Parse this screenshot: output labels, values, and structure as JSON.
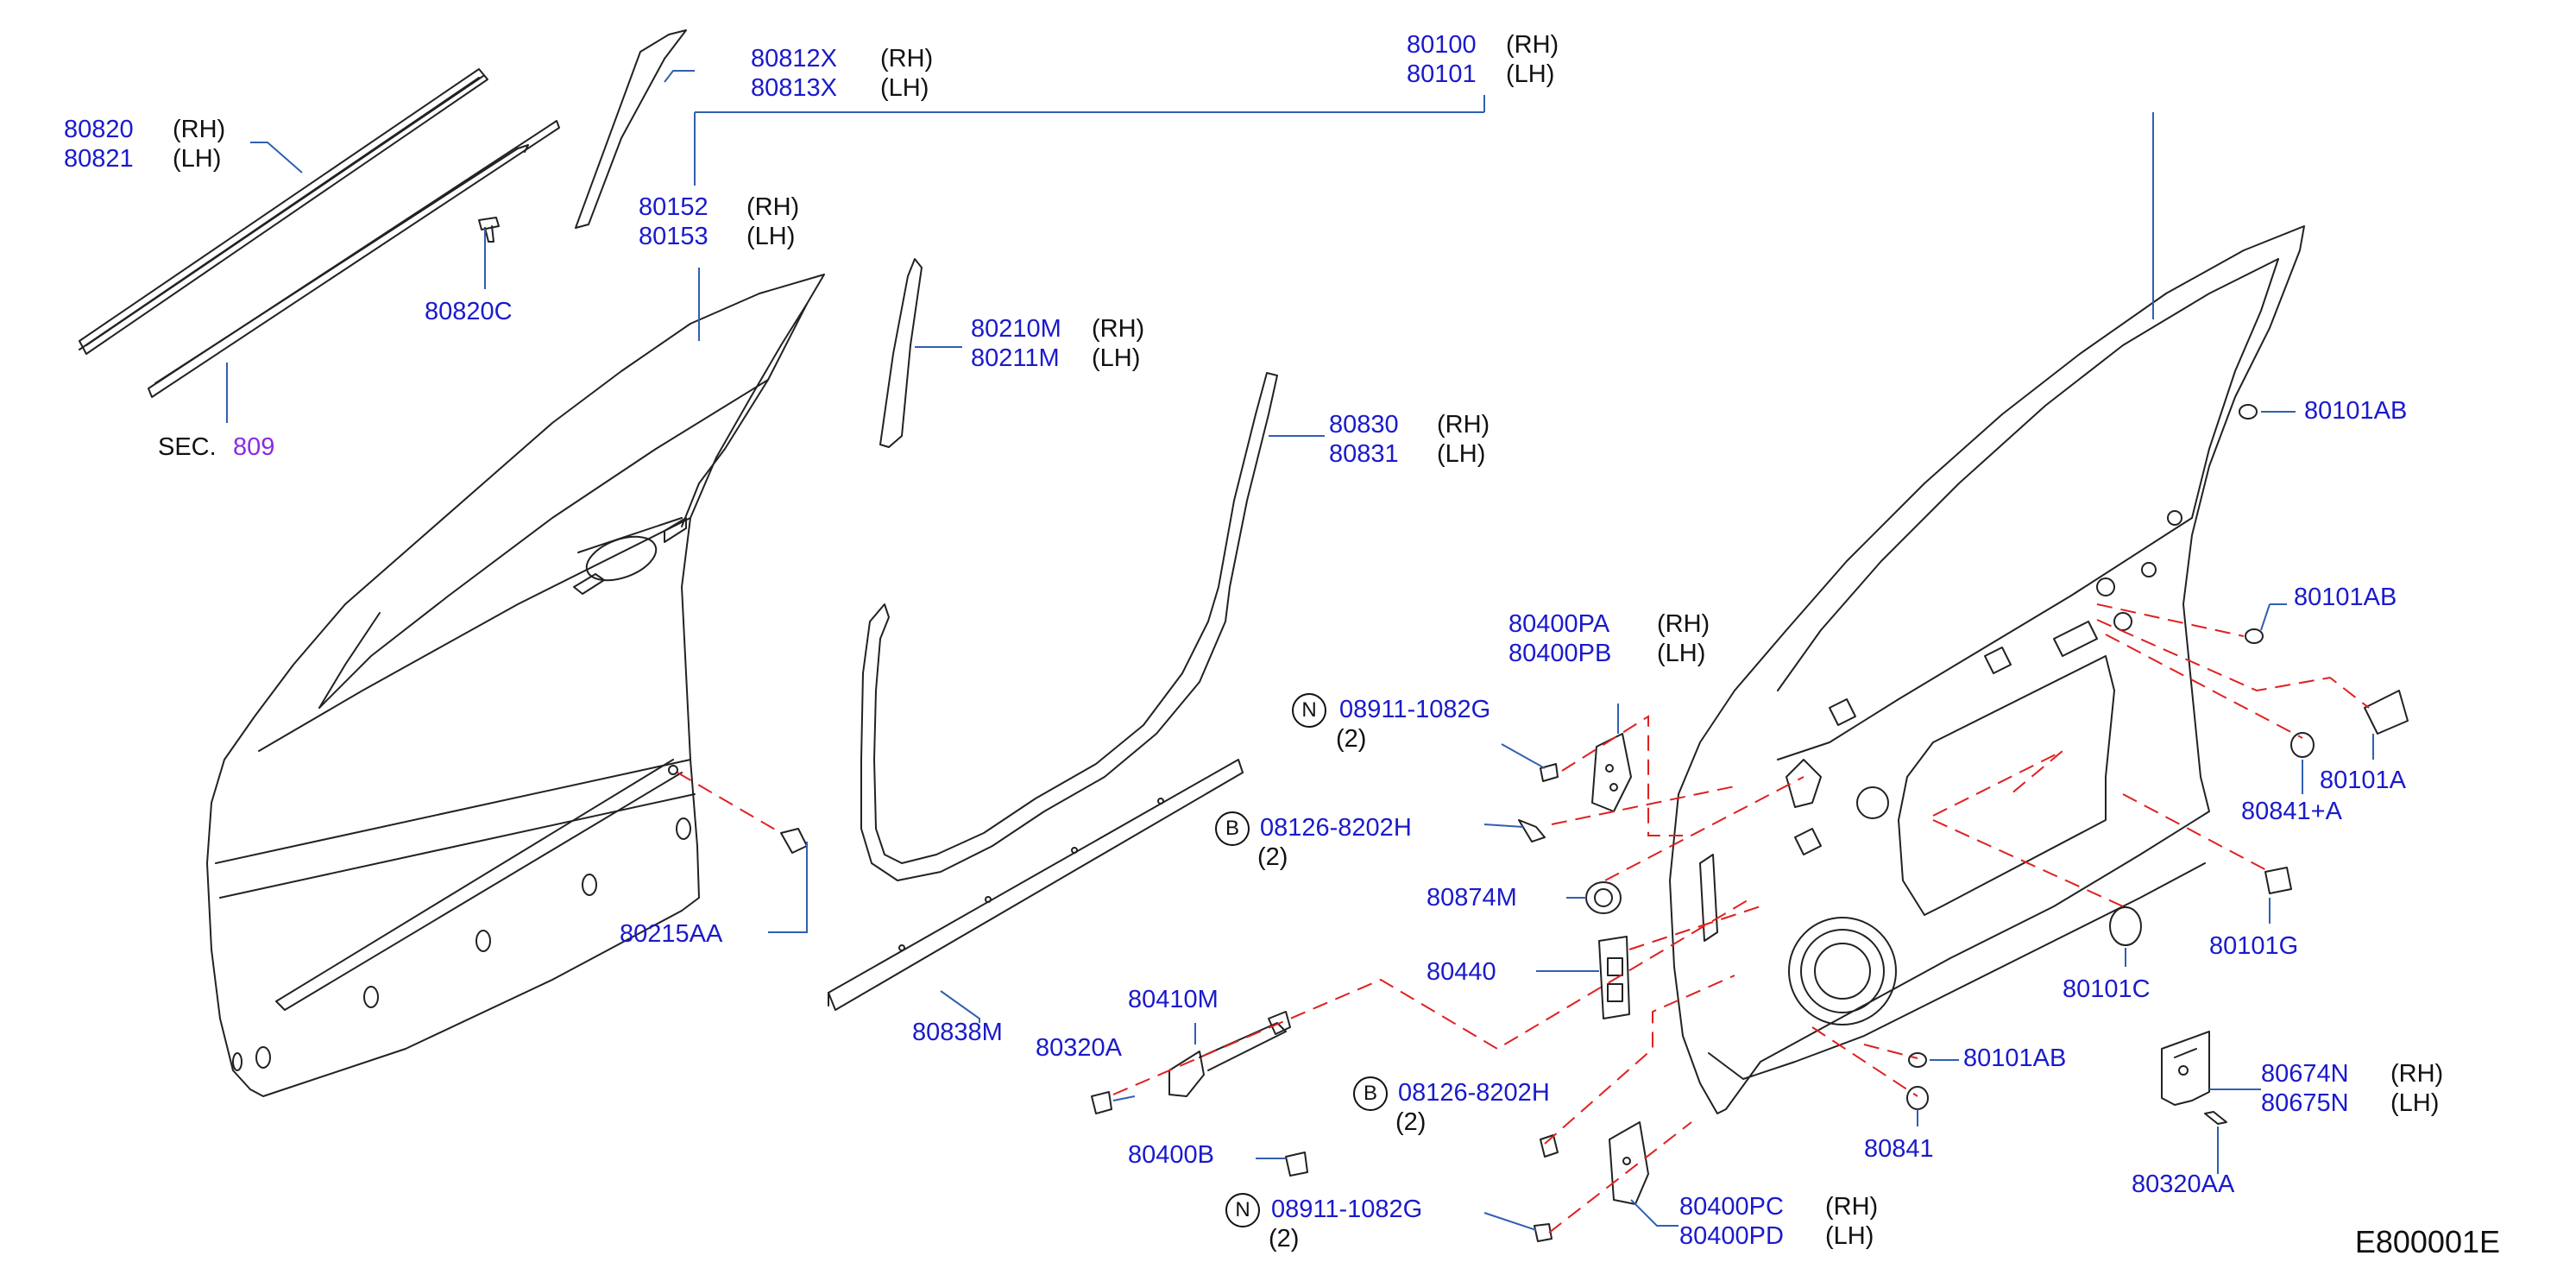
{
  "diagram_id": "E800001E",
  "side_labels": {
    "rh": "(RH)",
    "lh": "(LH)"
  },
  "section_ref": {
    "prefix": "SEC.",
    "number": "809"
  },
  "parts": {
    "p80820": "80820",
    "p80821": "80821",
    "p80812X": "80812X",
    "p80813X": "80813X",
    "p80100": "80100",
    "p80101": "80101",
    "p80152": "80152",
    "p80153": "80153",
    "p80820C": "80820C",
    "p80210M": "80210M",
    "p80211M": "80211M",
    "p80830": "80830",
    "p80831": "80831",
    "p80101AB_top": "80101AB",
    "p80101AB_mid": "80101AB",
    "p80400PA": "80400PA",
    "p80400PB": "80400PB",
    "p08911_top": "08911-1082G",
    "p08126_top": "08126-8202H",
    "p80874M": "80874M",
    "p80440": "80440",
    "p80215AA": "80215AA",
    "p80838M": "80838M",
    "p80410M": "80410M",
    "p80320A": "80320A",
    "p80400B": "80400B",
    "p08126_bot": "08126-8202H",
    "p08911_bot": "08911-1082G",
    "p80400PC": "80400PC",
    "p80400PD": "80400PD",
    "p80101A": "80101A",
    "p80841A": "80841+A",
    "p80101G": "80101G",
    "p80101C": "80101C",
    "p80101AB_bot": "80101AB",
    "p80841": "80841",
    "p80674N": "80674N",
    "p80675N": "80675N",
    "p80320AA": "80320AA"
  },
  "fastener_marks": {
    "n": "N",
    "b": "B"
  },
  "quantities": {
    "q2": "(2)"
  },
  "colors": {
    "part_number": "#1a1acc",
    "leader": "#3060b0",
    "dash": "#e02020",
    "section": "#8a2be2",
    "line": "#222222"
  }
}
